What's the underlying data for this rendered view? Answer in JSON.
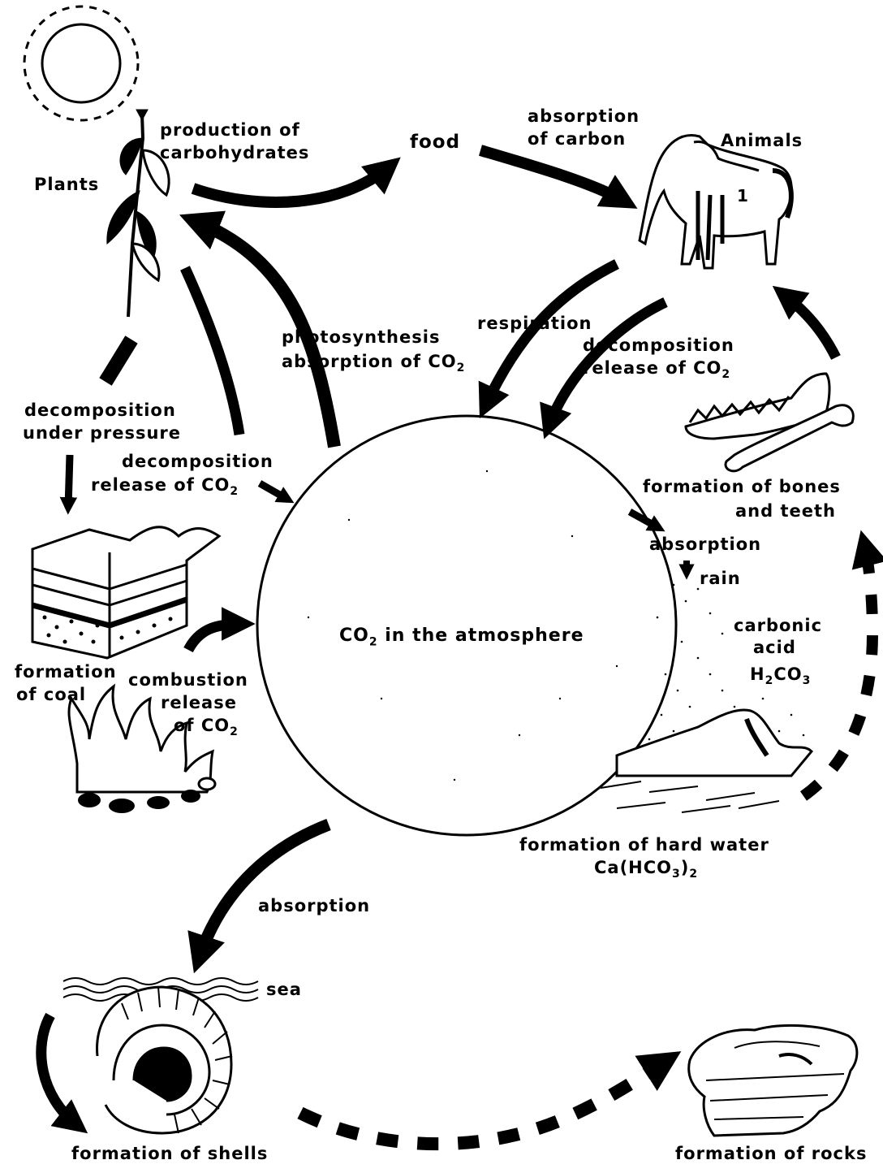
{
  "labels": {
    "production_of_carbohydrates_1": "production of",
    "production_of_carbohydrates_2": "carbohydrates",
    "plants": "Plants",
    "food": "food",
    "absorption_of_carbon_1": "absorption",
    "absorption_of_carbon_2": "of carbon",
    "animals": "Animals",
    "photosynthesis_1": "photosynthesis",
    "photosynthesis_2": "absorption of CO",
    "photosynthesis_2_sub": "2",
    "respiration": "respiration",
    "decomposition_animals_1": "decomposition",
    "decomposition_animals_2": "release of CO",
    "decomposition_animals_2_sub": "2",
    "decomposition_pressure_1": "decomposition",
    "decomposition_pressure_2": "under pressure",
    "decomposition_release_1": "decomposition",
    "decomposition_release_2": "release of CO",
    "decomposition_release_2_sub": "2",
    "formation_bones_1": "formation of bones",
    "formation_bones_2": "and teeth",
    "absorption_rain": "absorption",
    "rain": "rain",
    "carbonic_1": "carbonic",
    "carbonic_2": "acid",
    "carbonic_formula": "H",
    "carbonic_formula_sub1": "2",
    "carbonic_formula_mid": "CO",
    "carbonic_formula_sub2": "3",
    "co2_atmosphere": "CO",
    "co2_atmosphere_sub": "2",
    "co2_atmosphere_rest": " in the atmosphere",
    "formation_coal_1": "formation",
    "formation_coal_2": "of coal",
    "combustion_1": "combustion",
    "combustion_2": "release",
    "combustion_3": "of CO",
    "combustion_3_sub": "2",
    "hard_water_1": "formation of hard water",
    "hard_water_2": "Ca(HCO",
    "hard_water_2_sub": "3",
    "hard_water_2_end": ")",
    "hard_water_2_sub2": "2",
    "absorption_sea": "absorption",
    "sea": "sea",
    "formation_shells": "formation of shells",
    "formation_rocks": "formation of rocks"
  },
  "icons": [
    "sun-icon",
    "plant-icon",
    "horse-icon",
    "jawbone-icon",
    "coal-strata-icon",
    "fire-icon",
    "hillside-icon",
    "shell-icon",
    "rock-icon",
    "sea-waves-icon"
  ]
}
